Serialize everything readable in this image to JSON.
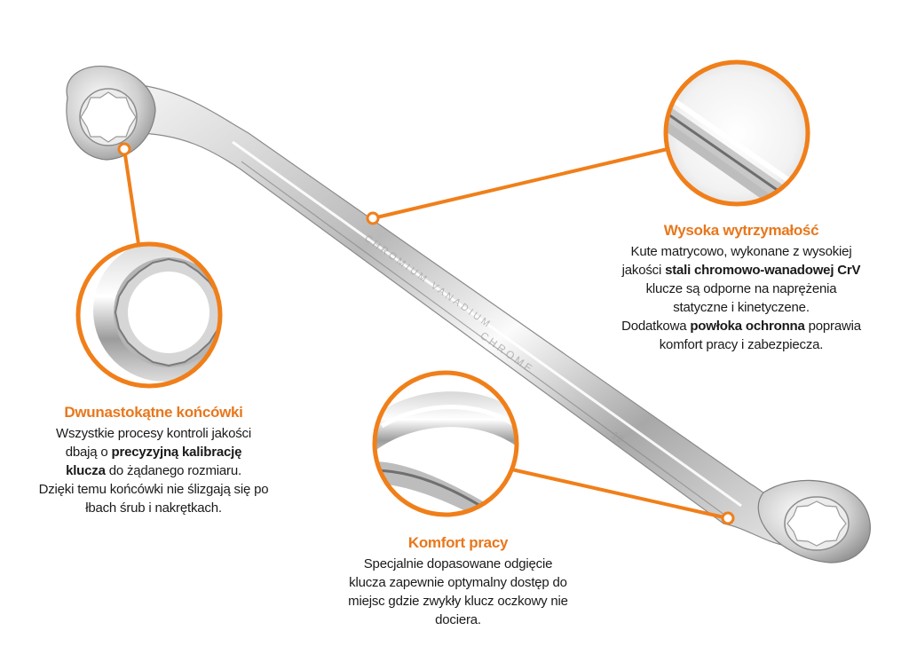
{
  "colors": {
    "accent": "#f07f1a",
    "title": "#e8771c",
    "text": "#1a1a1a",
    "background": "#ffffff"
  },
  "wrench": {
    "engraving_1": "CHROMIUM VANADIUM",
    "engraving_2": "CHROME",
    "engraving_size": "19"
  },
  "features": {
    "strength": {
      "title": "Wysoka wytrzymałość",
      "l1": "Kute matrycowo, wykonane z wysokiej",
      "l2a": "jakości ",
      "l2b": "stali chromowo-wanadowej CrV",
      "l3": "klucze są odporne na naprężenia",
      "l4": "statyczne i kinetyczene.",
      "l5a": "Dodatkowa ",
      "l5b": "powłoka ochronna",
      "l5c": " poprawia",
      "l6": "komfort pracy i zabezpiecza."
    },
    "twelve_point": {
      "title": "Dwunastokątne końcówki",
      "l1": "Wszystkie procesy kontroli jakości",
      "l2a": "dbają o ",
      "l2b": "precyzyjną kalibrację",
      "l3a": "klucza",
      "l3b": " do żądanego rozmiaru.",
      "l4": "Dzięki temu końcówki nie ślizgają się po",
      "l5": "łbach śrub i nakrętkach."
    },
    "comfort": {
      "title": "Komfort pracy",
      "l1": "Specjalnie dopasowane odgięcie",
      "l2": "klucza zapewnie optymalny dostęp do",
      "l3": "miejsc gdzie zwykły klucz oczkowy nie",
      "l4": "dociera."
    }
  }
}
